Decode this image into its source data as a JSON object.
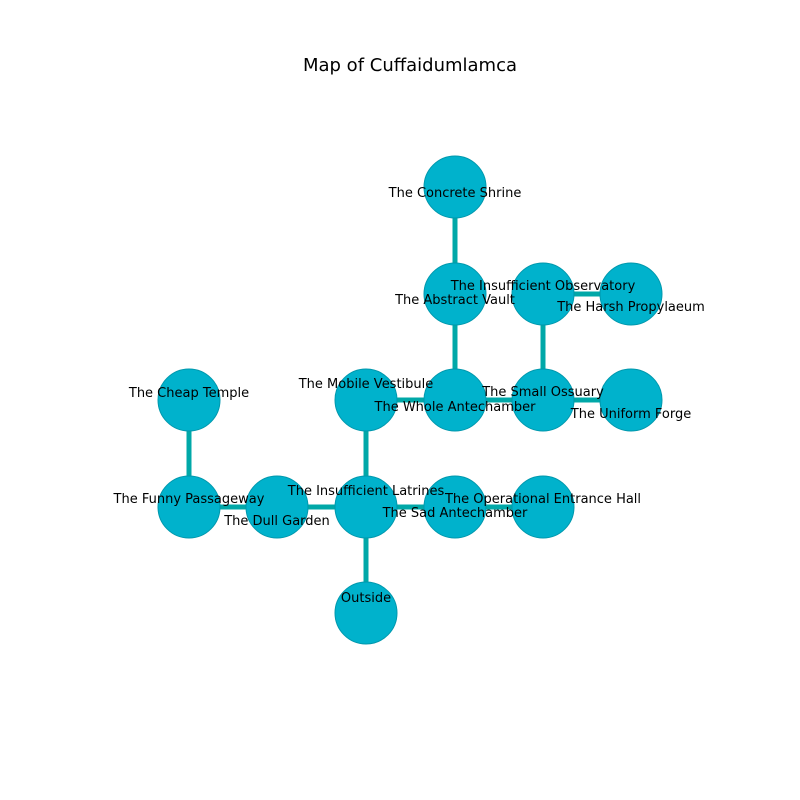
{
  "title": "Map of Cuffaidumlamca",
  "colors": {
    "node_fill": "#00b2cc",
    "node_stroke": "#0098ad",
    "edge": "#00a8a8",
    "label": "#000000"
  },
  "rooms": [
    {
      "id": "concrete_shrine",
      "label": "The Concrete Shrine"
    },
    {
      "id": "abstract_vault",
      "label": "The Abstract Vault"
    },
    {
      "id": "insufficient_observatory",
      "label": "The Insufficient Observatory"
    },
    {
      "id": "harsh_propylaeum",
      "label": "The Harsh Propylaeum"
    },
    {
      "id": "cheap_temple",
      "label": "The Cheap Temple"
    },
    {
      "id": "mobile_vestibule",
      "label": "The Mobile Vestibule"
    },
    {
      "id": "whole_antechamber",
      "label": "The Whole Antechamber"
    },
    {
      "id": "small_ossuary",
      "label": "The Small Ossuary"
    },
    {
      "id": "uniform_forge",
      "label": "The Uniform Forge"
    },
    {
      "id": "funny_passageway",
      "label": "The Funny Passageway"
    },
    {
      "id": "dull_garden",
      "label": "The Dull Garden"
    },
    {
      "id": "insufficient_latrines",
      "label": "The Insufficient Latrines"
    },
    {
      "id": "sad_antechamber",
      "label": "The Sad Antechamber"
    },
    {
      "id": "operational_entrance_hall",
      "label": "The Operational Entrance Hall"
    },
    {
      "id": "outside",
      "label": "Outside"
    }
  ],
  "connections": [
    [
      "concrete_shrine",
      "abstract_vault"
    ],
    [
      "abstract_vault",
      "whole_antechamber"
    ],
    [
      "insufficient_observatory",
      "harsh_propylaeum"
    ],
    [
      "insufficient_observatory",
      "small_ossuary"
    ],
    [
      "small_ossuary",
      "uniform_forge"
    ],
    [
      "whole_antechamber",
      "small_ossuary"
    ],
    [
      "mobile_vestibule",
      "whole_antechamber"
    ],
    [
      "mobile_vestibule",
      "insufficient_latrines"
    ],
    [
      "cheap_temple",
      "funny_passageway"
    ],
    [
      "funny_passageway",
      "dull_garden"
    ],
    [
      "dull_garden",
      "insufficient_latrines"
    ],
    [
      "insufficient_latrines",
      "sad_antechamber"
    ],
    [
      "sad_antechamber",
      "operational_entrance_hall"
    ],
    [
      "insufficient_latrines",
      "outside"
    ]
  ]
}
